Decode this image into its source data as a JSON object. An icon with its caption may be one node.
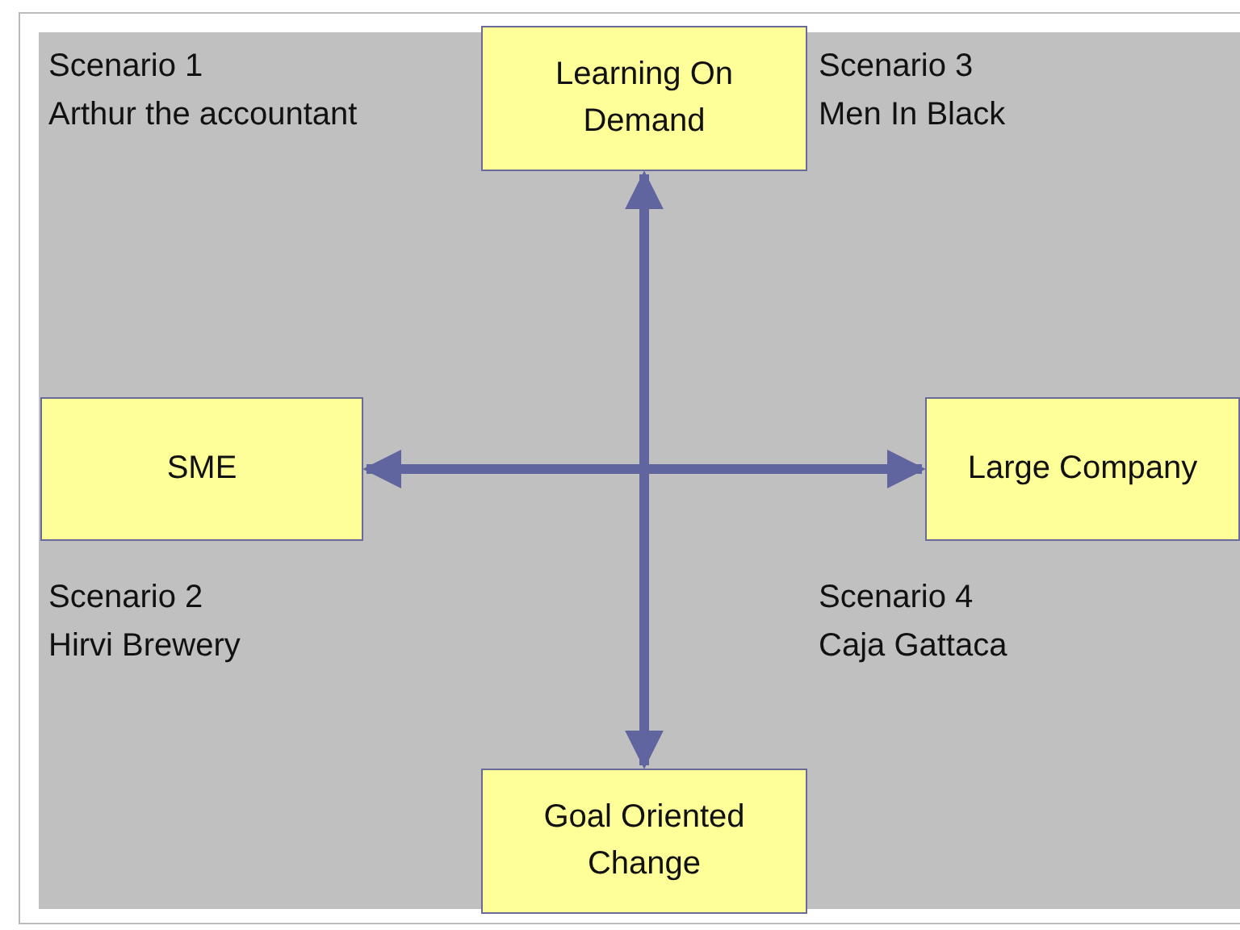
{
  "diagram": {
    "nodes": [
      {
        "text": [
          "Learning On Demand"
        ]
      },
      {
        "text": [
          "SME"
        ]
      },
      {
        "text": [
          "Large Company"
        ]
      },
      {
        "text": [
          "Goal Oriented Change"
        ]
      }
    ],
    "edges": [
      {
        "from": 3,
        "to": 0,
        "arrow": "both"
      },
      {
        "from": 1,
        "to": 2,
        "arrow": "both"
      }
    ],
    "labels": [
      "Scenario 1",
      "Arthur the accountant",
      "Scenario 3",
      "Men In Black",
      "Scenario 2",
      "Hirvi Brewery",
      "Scenario 4",
      "Caja Gattaca"
    ]
  }
}
